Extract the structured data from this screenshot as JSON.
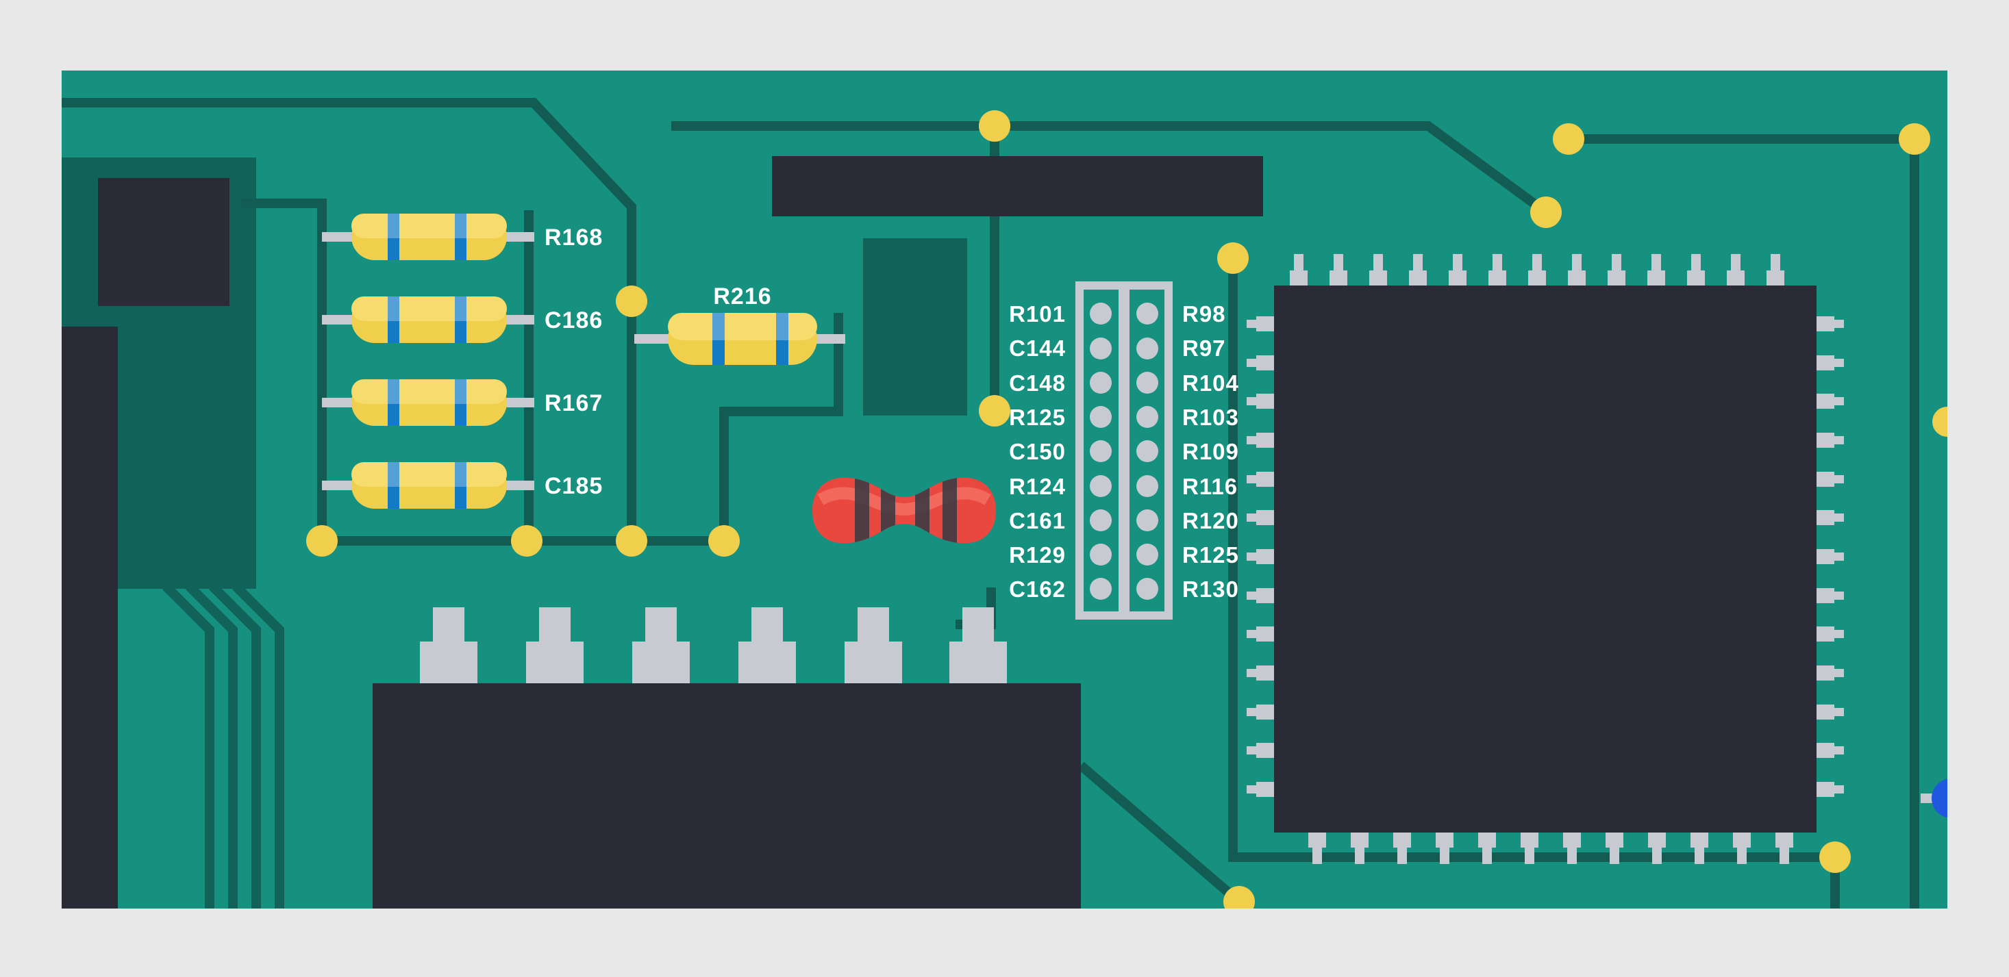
{
  "scene": {
    "description": "Flat-style illustration of a green printed circuit board with labelled components",
    "board_color_name": "teal",
    "component_labels_color": "white"
  },
  "colors": {
    "background": "#E8E8E8",
    "board": "#16907F",
    "panel": "#11635A",
    "trace": "#125C54",
    "component_dark": "#2A2B37",
    "metal": "#C8CAD2",
    "yellow": "#F0CF4D",
    "yellow_light": "#F5DC6C",
    "band_blue": "#147AC6",
    "band_blue_light": "#55A0D6",
    "red": "#E9483F",
    "red_light": "#F2685C",
    "red_band": "#3A3B44",
    "via": "#F0CF4D",
    "blue_dot": "#2057E0",
    "label_text": "#FFFFFF"
  },
  "resistor_bank": {
    "items": [
      {
        "label": "R168"
      },
      {
        "label": "C186"
      },
      {
        "label": "R167"
      },
      {
        "label": "C185"
      }
    ]
  },
  "standalone_resistor": {
    "label": "R216"
  },
  "pin_header": {
    "columns": 2,
    "rows": [
      {
        "left": "R101",
        "right": "R98"
      },
      {
        "left": "C144",
        "right": "R97"
      },
      {
        "left": "C148",
        "right": "R104"
      },
      {
        "left": "R125",
        "right": "R103"
      },
      {
        "left": "C150",
        "right": "R109"
      },
      {
        "left": "R124",
        "right": "R116"
      },
      {
        "left": "C161",
        "right": "R120"
      },
      {
        "left": "R129",
        "right": "R125"
      },
      {
        "left": "C162",
        "right": "R130"
      }
    ]
  }
}
